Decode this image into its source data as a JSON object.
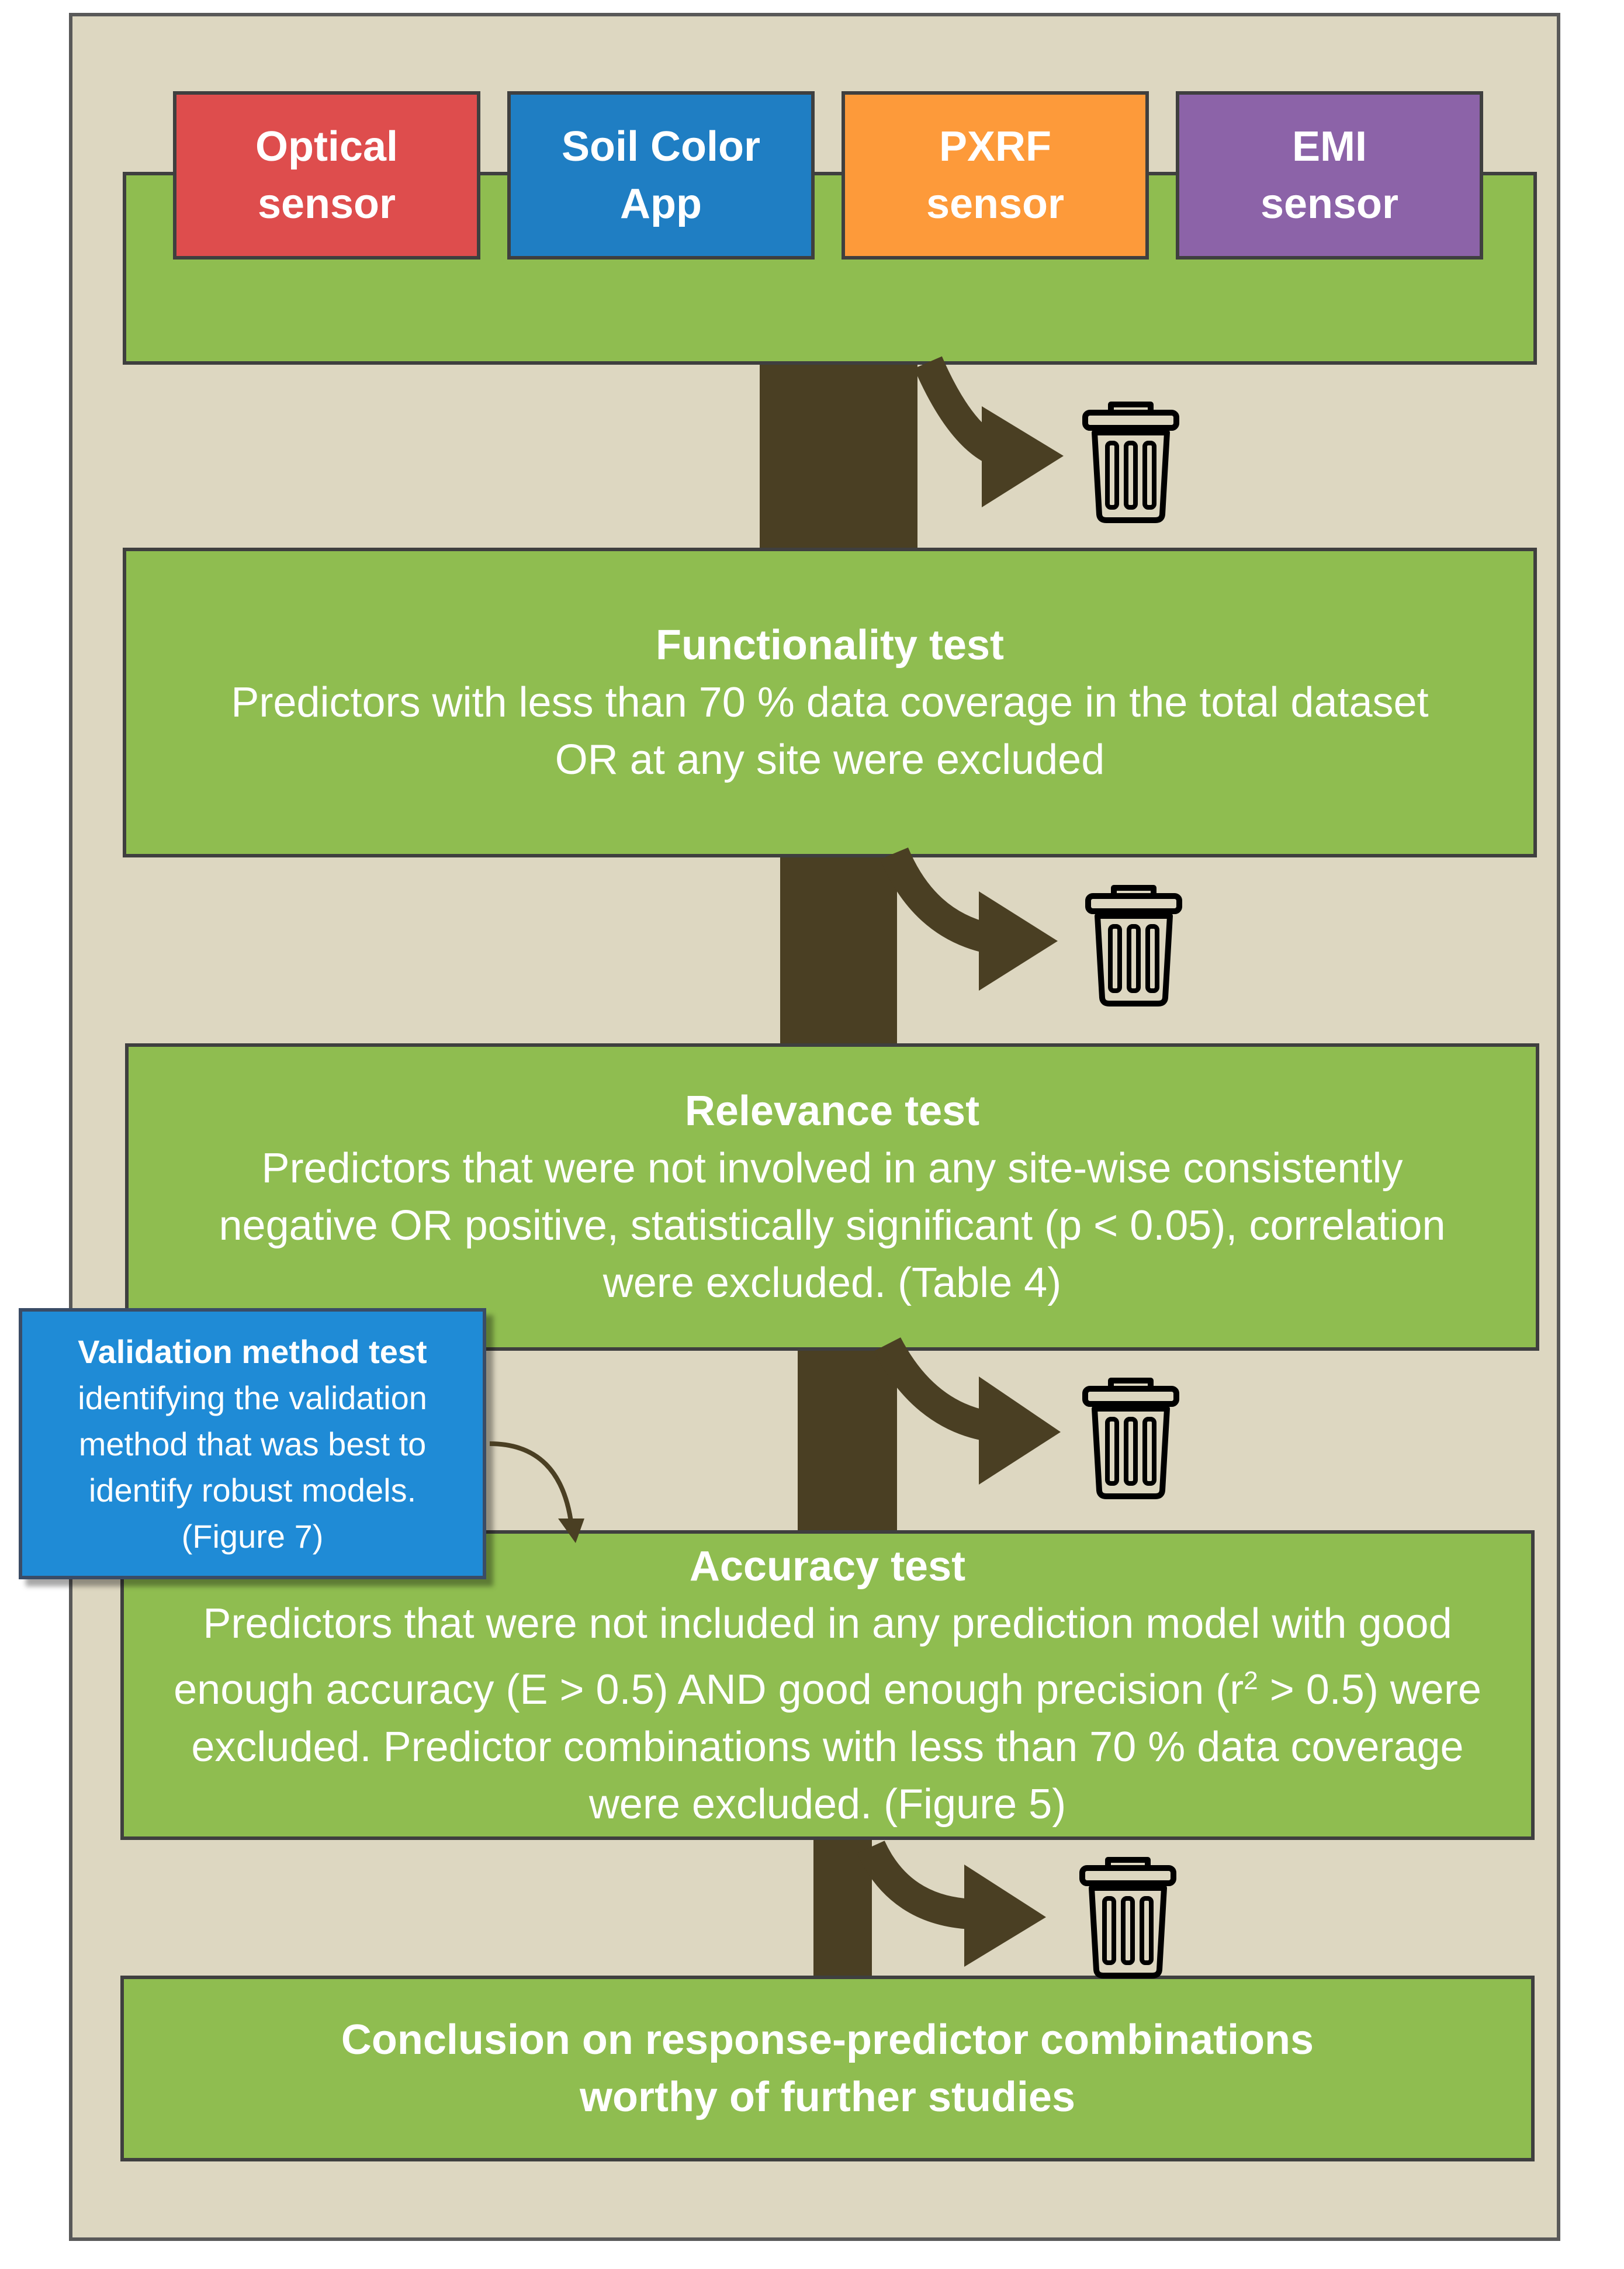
{
  "sensors": [
    {
      "line1": "Optical",
      "line2": "sensor",
      "color": "#de4d4d"
    },
    {
      "line1": "Soil Color",
      "line2": "App",
      "color": "#1f7ec3"
    },
    {
      "line1": "PXRF",
      "line2": "sensor",
      "color": "#fd9a3a"
    },
    {
      "line1": "EMI",
      "line2": "sensor",
      "color": "#8c63a8"
    }
  ],
  "functionality": {
    "title": "Functionality test",
    "line1": "Predictors with less than 70 % data coverage in the total dataset",
    "line2": "OR at any site were excluded"
  },
  "relevance": {
    "title": "Relevance test",
    "line1": "Predictors that were not involved in any site-wise consistently",
    "line2": "negative OR positive, statistically significant (p < 0.05), correlation",
    "line3": "were excluded. (Table 4)"
  },
  "validation": {
    "title": "Validation method test",
    "line1": "identifying the validation",
    "line2": "method that was best to",
    "line3": "identify robust models.",
    "line4": "(Figure 7)"
  },
  "accuracy": {
    "title": "Accuracy test",
    "line1": "Predictors that were not included in any prediction model with good",
    "line2_a": "enough accuracy (E > 0.5) AND good enough precision (r",
    "line2_sup": "2",
    "line2_b": " > 0.5) were",
    "line3": "excluded. Predictor combinations with less than 70 % data coverage",
    "line4": "were excluded. (Figure 5)"
  },
  "conclusion": {
    "line1": "Conclusion on response-predictor combinations",
    "line2": "worthy of further studies"
  },
  "colors": {
    "background": "#ddd7c1",
    "box_green": "#8fbd50",
    "trunk": "#4a3f23",
    "validation_blue": "#1f8bd6"
  },
  "icons": [
    "trash-icon",
    "discard-arrow",
    "curved-arrow"
  ]
}
